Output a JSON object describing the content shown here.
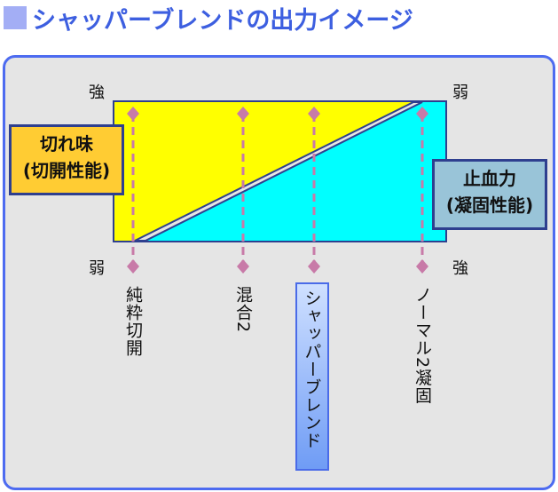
{
  "title": "シャッパーブレンドの出力イメージ",
  "axis": {
    "left_top": "強",
    "left_bottom": "弱",
    "right_top": "弱",
    "right_bottom": "強"
  },
  "left_box": {
    "line1": "切れ味",
    "line2": "(切開性能)"
  },
  "right_box": {
    "line1": "止血力",
    "line2": "(凝固性能)"
  },
  "modes": [
    "純粋切開",
    "混合2",
    "シャッパーブレンド",
    "ノーマル2凝固"
  ],
  "colors": {
    "cut": "#ffff00",
    "coag": "#00ffff",
    "marker": "#c87aa8",
    "accent": "#3d5fe0"
  }
}
